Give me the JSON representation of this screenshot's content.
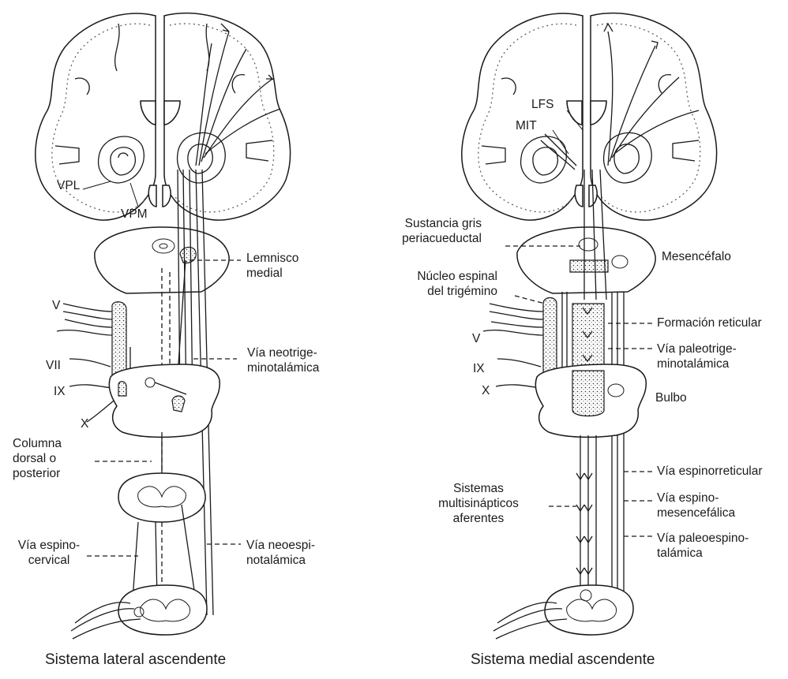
{
  "left_panel": {
    "caption": "Sistema lateral ascendente",
    "labels": {
      "vpl": "VPL",
      "vpm": "VPM",
      "lemnisco": [
        "Lemnisco",
        "medial"
      ],
      "v": "V",
      "vii": "VII",
      "ix": "IX",
      "x": "X",
      "neotrige": [
        "Vía neotrige-",
        "minotalámica"
      ],
      "columna": [
        "Columna",
        "dorsal o",
        "posterior"
      ],
      "espinocervical": [
        "Vía espino-",
        "cervical"
      ],
      "neoespi": [
        "Vía neoespi-",
        "notalámica"
      ]
    }
  },
  "right_panel": {
    "caption": "Sistema medial ascendente",
    "labels": {
      "lfs": "LFS",
      "mit": "MIT",
      "sustancia": [
        "Sustancia gris",
        "periacueductal"
      ],
      "mesencefalo": "Mesencéfalo",
      "nucleo": [
        "Núcleo espinal",
        "del trigémino"
      ],
      "formacion": "Formación reticular",
      "v": "V",
      "ix": "IX",
      "x": "X",
      "paleotrige": [
        "Vía paleotrige-",
        "minotalámica"
      ],
      "bulbo": "Bulbo",
      "espinorreticular": "Vía espinorreticular",
      "sistemas": [
        "Sistemas",
        "multisinápticos",
        "aferentes"
      ],
      "espinomesen": [
        "Vía espino-",
        "mesencefálica"
      ],
      "paleoespino": [
        "Vía paleoespino-",
        "talámica"
      ]
    }
  }
}
